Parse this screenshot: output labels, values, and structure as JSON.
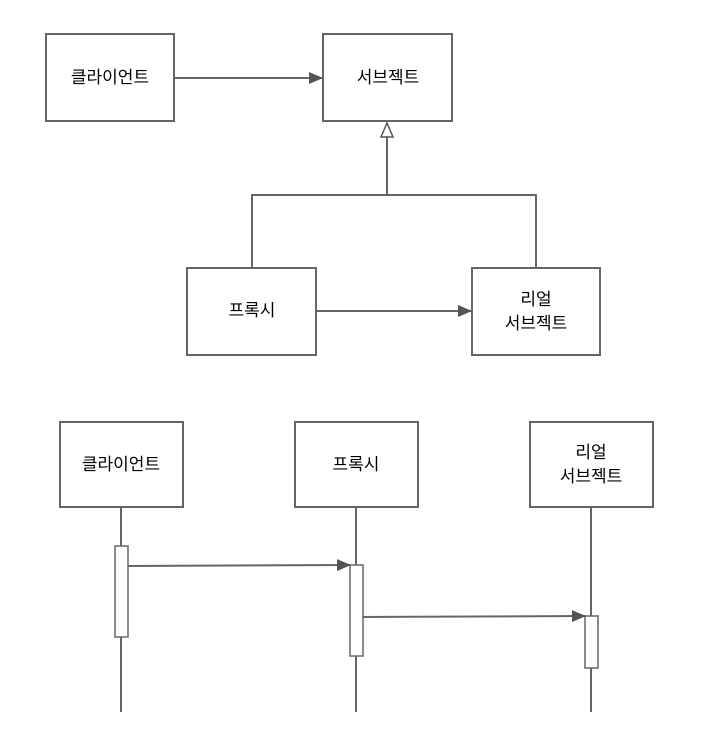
{
  "class_diagram": {
    "nodes": {
      "client": {
        "label": "클라이언트"
      },
      "subject": {
        "label": "서브젝트"
      },
      "proxy": {
        "label": "프록시"
      },
      "real_subject": {
        "label_line1": "리얼",
        "label_line2": "서브젝트"
      }
    },
    "edges": [
      {
        "from": "client",
        "to": "subject",
        "type": "association"
      },
      {
        "from": "proxy",
        "to": "subject",
        "type": "realization"
      },
      {
        "from": "real_subject",
        "to": "subject",
        "type": "realization"
      },
      {
        "from": "proxy",
        "to": "real_subject",
        "type": "association"
      }
    ]
  },
  "sequence_diagram": {
    "participants": [
      {
        "id": "client",
        "label": "클라이언트"
      },
      {
        "id": "proxy",
        "label": "프록시"
      },
      {
        "id": "real_subject",
        "label_line1": "리얼",
        "label_line2": "서브젝트"
      }
    ],
    "messages": [
      {
        "from": "client",
        "to": "proxy"
      },
      {
        "from": "proxy",
        "to": "real_subject"
      }
    ]
  },
  "colors": {
    "stroke": "#666666",
    "text": "#000000",
    "background": "#ffffff"
  }
}
